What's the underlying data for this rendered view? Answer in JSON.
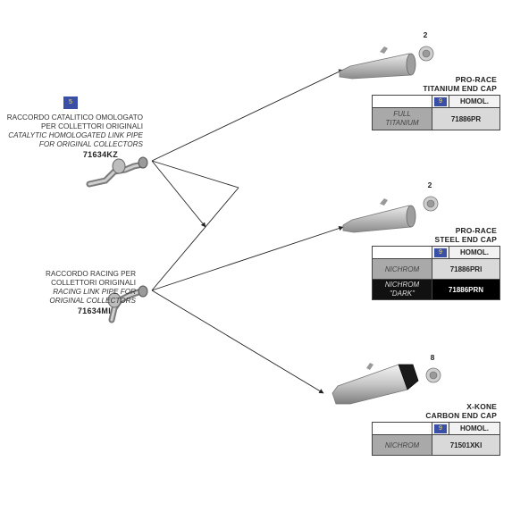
{
  "link_pipes": [
    {
      "badge": "5",
      "line1": "RACCORDO CATALITICO OMOLOGATO",
      "line2": "PER COLLETTORI ORIGINALI",
      "line3": "CATALYTIC HOMOLOGATED LINK PIPE",
      "line4": "FOR ORIGINAL COLLECTORS",
      "code": "71634KZ"
    },
    {
      "line1": "RACCORDO RACING PER",
      "line2": "COLLETTORI ORIGINALI",
      "line3": "RACING LINK PIPE FOR",
      "line4": "ORIGINAL COLLECTORS",
      "code": "71634MI"
    }
  ],
  "silencers": [
    {
      "qty": "2",
      "title1": "PRO-RACE",
      "title2": "TITANIUM END CAP",
      "homol_badge": "9",
      "homol_label": "HOMOL.",
      "rows": [
        {
          "material": "FULL TITANIUM",
          "code": "71886PR",
          "dark": false
        }
      ]
    },
    {
      "qty": "2",
      "title1": "PRO-RACE",
      "title2": "STEEL END CAP",
      "homol_badge": "9",
      "homol_label": "HOMOL.",
      "rows": [
        {
          "material": "NICHROM",
          "code": "71886PRI",
          "dark": false
        },
        {
          "material": "NICHROM \"DARK\"",
          "code": "71886PRN",
          "dark": true
        }
      ]
    },
    {
      "qty": "8",
      "title1": "X-KONE",
      "title2": "CARBON END CAP",
      "homol_badge": "9",
      "homol_label": "HOMOL.",
      "rows": [
        {
          "material": "NICHROM",
          "code": "71501XKI",
          "dark": false
        }
      ]
    }
  ],
  "colors": {
    "badge_blue": "#3a4fa6",
    "badge_text": "#ffe34d",
    "steel_light": "#d8d8d8",
    "steel_dark": "#8a8a8a",
    "carbon": "#1a1a1a"
  }
}
